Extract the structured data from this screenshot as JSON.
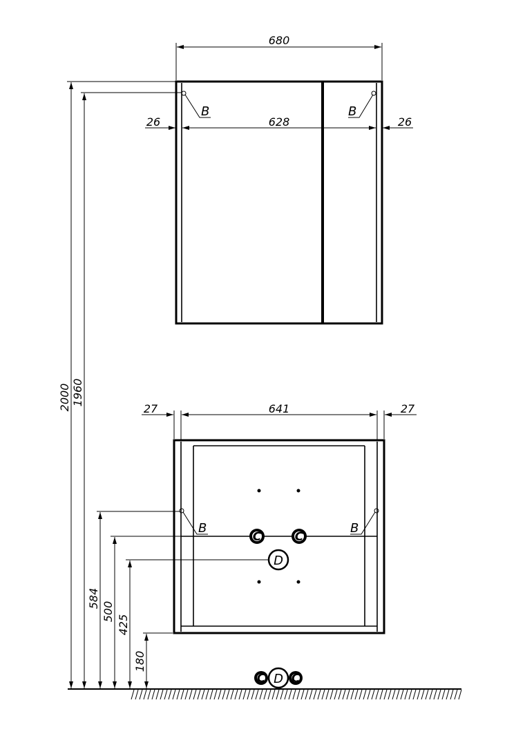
{
  "drawing": {
    "mirror_cabinet": {
      "width_total": "680",
      "width_inner": "628",
      "side_left": "26",
      "side_right": "26",
      "mount_label_left": "B",
      "mount_label_right": "B"
    },
    "base_cabinet": {
      "width_inner": "641",
      "side_left": "27",
      "side_right": "27",
      "mount_label_left": "B",
      "mount_label_right": "B",
      "pipe_label_left": "C",
      "pipe_label_right": "C",
      "drain_label": "D"
    },
    "heights": {
      "total": "2000",
      "mirror_mount": "1960",
      "base_mount": "584",
      "water_pipes": "500",
      "drain": "425",
      "base_bottom": "180"
    },
    "floor": {
      "pipe_label_left": "C",
      "drain_label": "D",
      "pipe_label_right": "C"
    }
  },
  "colors": {
    "line": "#000000",
    "background": "#ffffff"
  }
}
